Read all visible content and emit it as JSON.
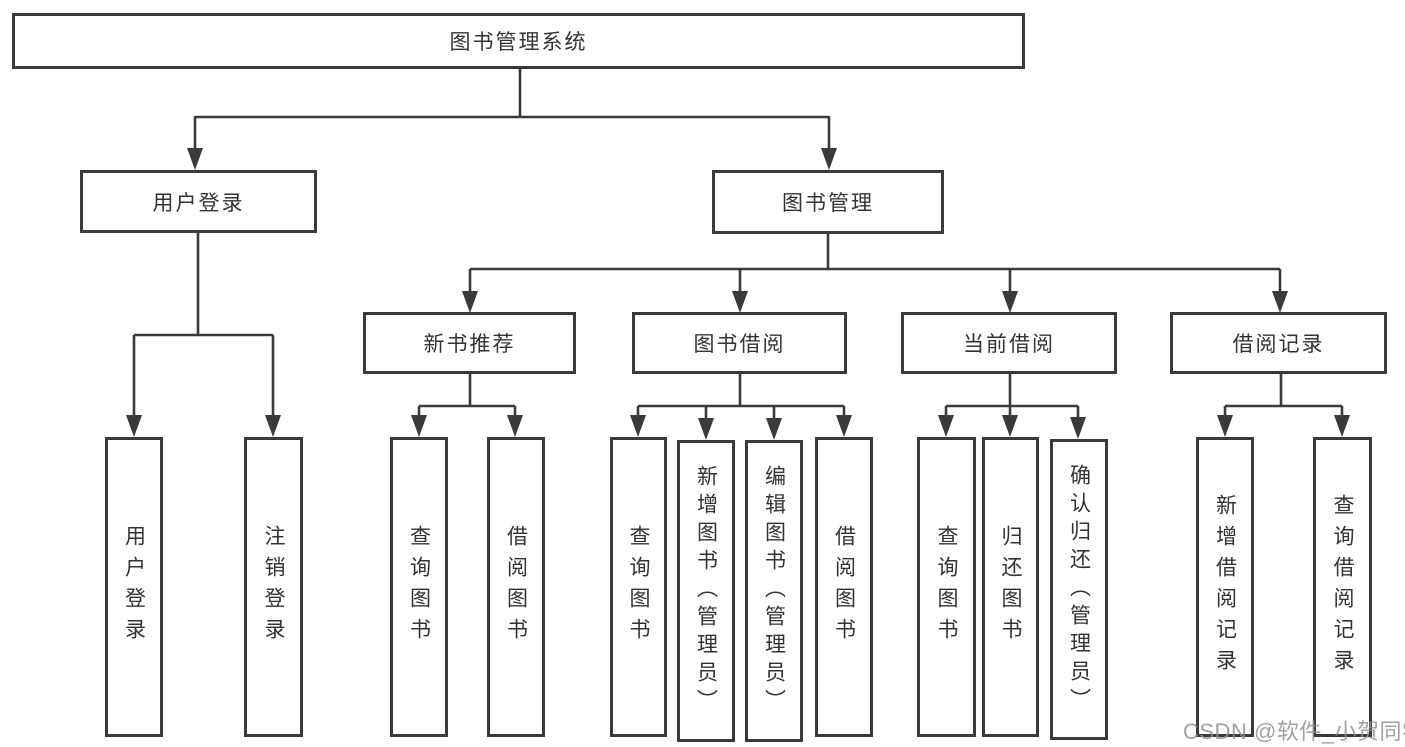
{
  "tree": {
    "root": "图书管理系统",
    "children": [
      {
        "label": "用户登录",
        "children": [
          "用户登录",
          "注销登录"
        ]
      },
      {
        "label": "图书管理",
        "children": [
          {
            "label": "新书推荐",
            "children": [
              "查询图书",
              "借阅图书"
            ]
          },
          {
            "label": "图书借阅",
            "children": [
              "查询图书",
              "新增图书（管理员）",
              "编辑图书（管理员）",
              "借阅图书"
            ]
          },
          {
            "label": "当前借阅",
            "children": [
              "查询图书",
              "归还图书",
              "确认归还（管理员）"
            ]
          },
          {
            "label": "借阅记录",
            "children": [
              "新增借阅记录",
              "查询借阅记录"
            ]
          }
        ]
      }
    ]
  },
  "watermark": "CSDN @软件_小贺同学",
  "colors": {
    "line": "#3a3a3a",
    "text": "#333333",
    "background": "#ffffff",
    "watermark": "#919191"
  }
}
